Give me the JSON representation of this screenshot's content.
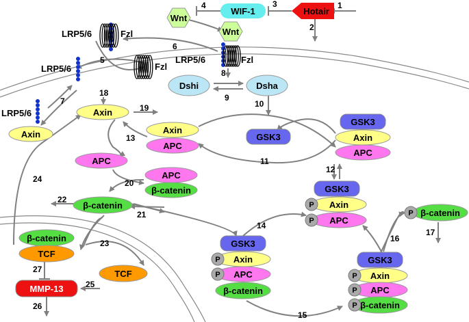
{
  "nodes": {
    "hotair": "Hotair",
    "wif1": "WIF-1",
    "wnt_top": "Wnt",
    "wnt_mid": "Wnt",
    "fzl": "Fzl",
    "lrp": "LRP5/6",
    "dshi": "Dshi",
    "dsha": "Dsha",
    "axin": "Axin",
    "apc": "APC",
    "gsk3": "GSK3",
    "beta_catenin": "β-catenin",
    "tcf": "TCF",
    "mmp13": "MMP-13",
    "p": "P"
  },
  "colors": {
    "hotair": "#ee1111",
    "wif1": "#66eeee",
    "wnt": "#ccff99",
    "dsh": "#bbe6f5",
    "axin": "#ffff88",
    "apc": "#ff77ee",
    "gsk3": "#6666ee",
    "beta_catenin": "#55dd44",
    "tcf": "#ff9900",
    "mmp13": "#ee1111",
    "p": "#aaaaaa",
    "lrp_beads": "#1133cc",
    "arrow": "#808080"
  },
  "steps": [
    "1",
    "2",
    "3",
    "4",
    "5",
    "6",
    "7",
    "8",
    "9",
    "10",
    "11",
    "12",
    "13",
    "14",
    "15",
    "16",
    "17",
    "18",
    "19",
    "20",
    "21",
    "22",
    "23",
    "24",
    "25",
    "26",
    "27"
  ]
}
